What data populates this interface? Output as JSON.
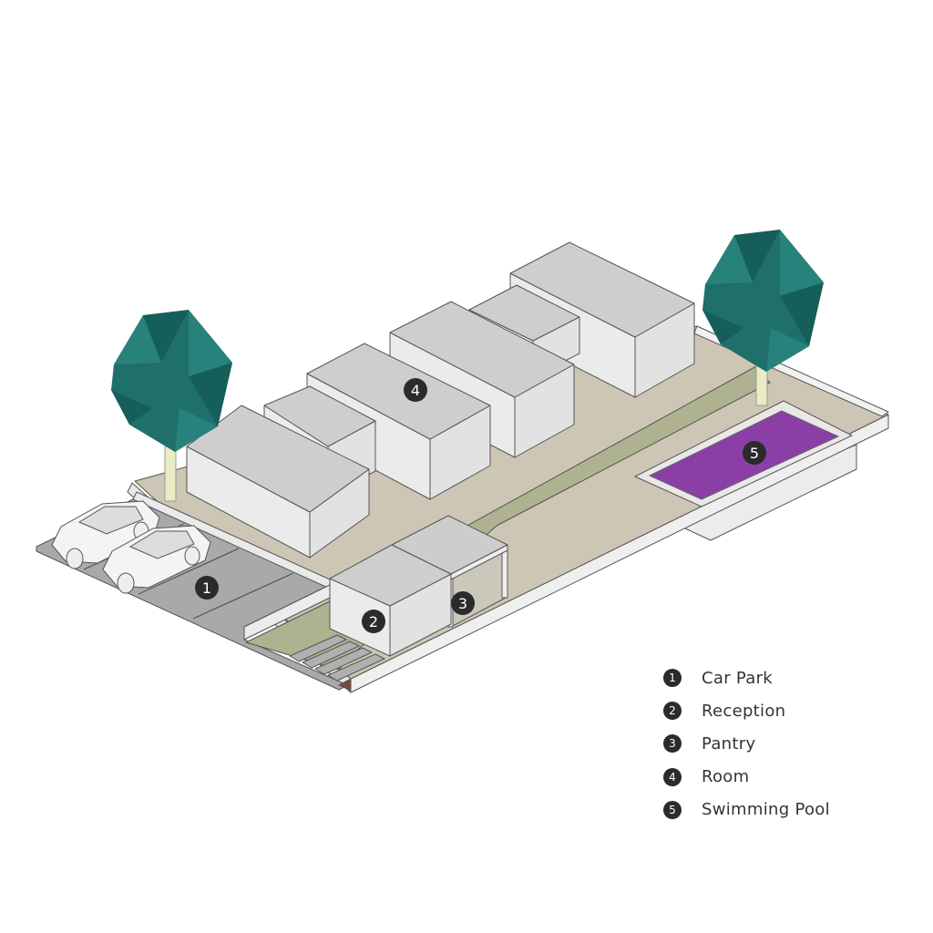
{
  "colors": {
    "ground": "#cdc6b4",
    "carpark": "#a9a9a9",
    "greenstrip": "#aeb290",
    "pool": "#8b3fa6",
    "tree_dark": "#145a56",
    "tree_mid": "#1f6f6a",
    "tree_light": "#2b8781",
    "marker": "#2b2b2b"
  },
  "markers": [
    {
      "num": "1",
      "zone": "car-park"
    },
    {
      "num": "2",
      "zone": "reception"
    },
    {
      "num": "3",
      "zone": "pantry"
    },
    {
      "num": "4",
      "zone": "room"
    },
    {
      "num": "5",
      "zone": "swimming-pool"
    }
  ],
  "legend": [
    {
      "num": "1",
      "label": "Car Park"
    },
    {
      "num": "2",
      "label": "Reception"
    },
    {
      "num": "3",
      "label": "Pantry"
    },
    {
      "num": "4",
      "label": "Room"
    },
    {
      "num": "5",
      "label": "Swimming Pool"
    }
  ]
}
